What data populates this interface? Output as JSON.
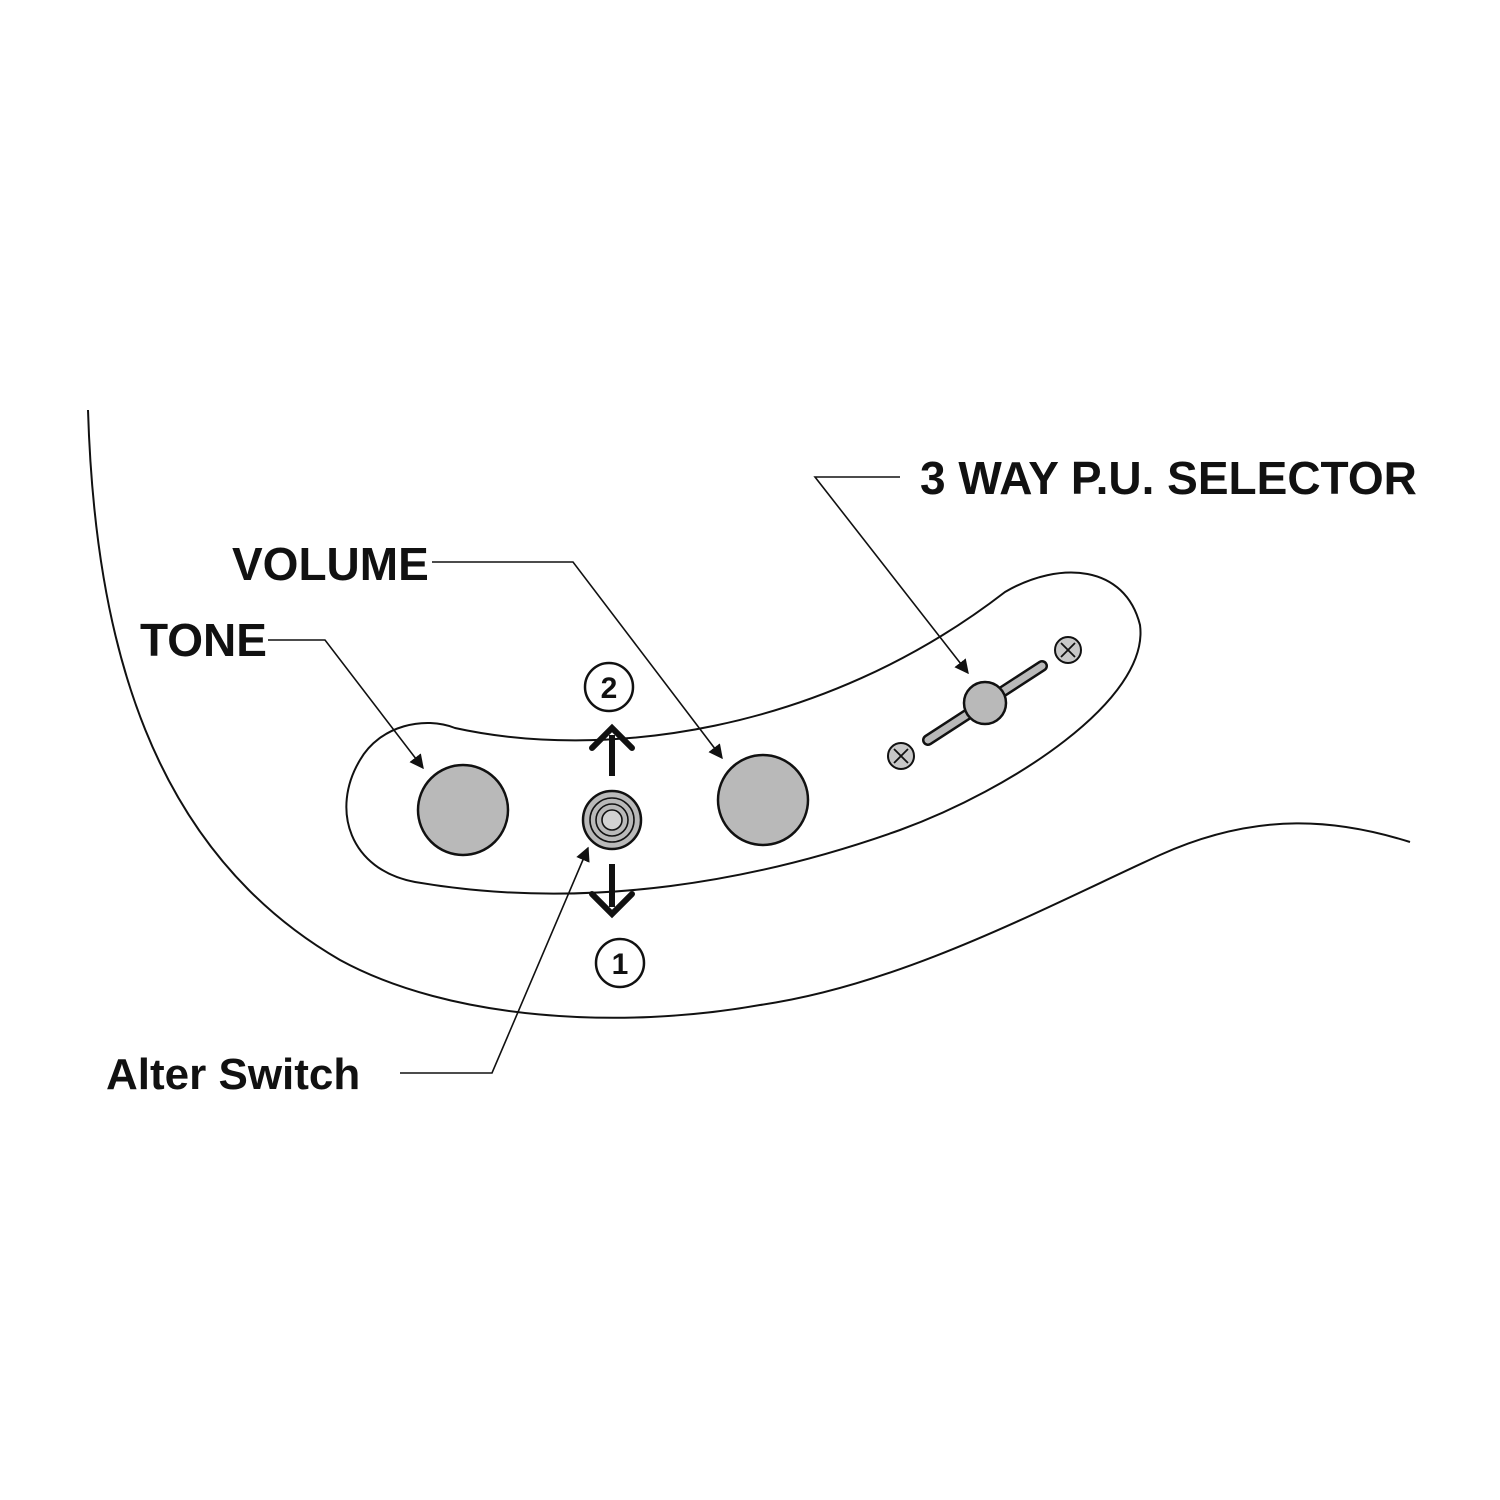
{
  "labels": {
    "tone": "TONE",
    "volume": "VOLUME",
    "selector": "3 WAY P.U. SELECTOR",
    "alter_switch": "Alter Switch"
  },
  "positions": {
    "up": "2",
    "down": "1"
  },
  "colors": {
    "line": "#111111",
    "knob_fill": "#b9b9b9",
    "background": "#ffffff"
  }
}
